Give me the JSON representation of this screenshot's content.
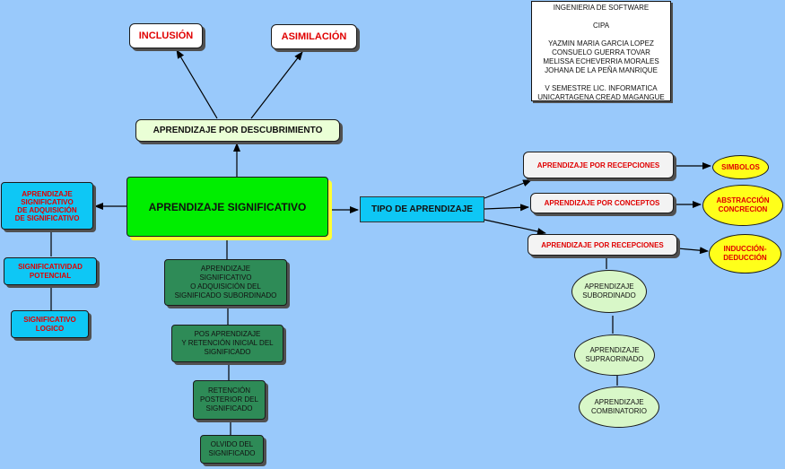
{
  "diagram": {
    "nodes": {
      "inclusion": "INCLUSIÓN",
      "asimilacion": "ASIMILACIÓN",
      "descubrimiento": "APRENDIZAJE POR DESCUBRIMIENTO",
      "significativo": "APRENDIZAJE SIGNIFICATIVO",
      "tipo": "TIPO DE APRENDIZAJE",
      "adquisicion_left": "APRENDIZAJE\nSIGNIFICATIVO\nDE ADQUISICIÓN\nDE SIGNIFICATIVO",
      "significatividad": "SIGNIFICATIVIDAD\nPOTENCIAL",
      "logico": "SIGNIFICATIVO\nLOGICO",
      "subordinado_box": "APRENDIZAJE\nSIGNIFICATIVO\nO ADQUISICIÓN DEL\nSIGNIFICADO SUBORDINADO",
      "pos_aprendizaje": "POS APRENDIZAJE\nY RETENCIÓN INICIAL DEL\nSIGNIFICADO",
      "retencion": "RETENCIÓN\nPOSTERIOR DEL\nSIGNIFICADO",
      "olvido": "OLVIDO DEL\nSIGNIFICADO",
      "recepciones_1": "APRENDIZAJE POR RECEPCIONES",
      "conceptos": "APRENDIZAJE POR CONCEPTOS",
      "recepciones_2": "APRENDIZAJE POR RECEPCIONES",
      "simbolos": "SIMBOLOS",
      "abstraccion": "ABSTRACCIÓN\nCONCRECION",
      "induccion": "INDUCCIÓN-\nDEDUCCIÓN",
      "ap_subordinado": "APRENDIZAJE\nSUBORDINADO",
      "ap_supraordinado": "APRENDIZAJE\nSUPRAORINADO",
      "ap_combinatorio": "APRENDIZAJE\nCOMBINATORIO"
    },
    "info_box": "INGENIERIA DE SOFTWARE\n\nCIPA\n\nYAZMIN MARIA GARCIA LOPEZ\nCONSUELO GUERRA TOVAR\nMELISSA ECHEVERRIA MORALES\nJOHANA DE LA PEÑA MANRIQUE\n\nV SEMESTRE LIC. INFORMATICA\nUNICARTAGENA CREAD MAGANGUE",
    "colors": {
      "background": "#99c9fb",
      "central_green": "#00ee00",
      "dark_green": "#2e8b57",
      "cyan": "#0ec7f5",
      "pale_green": "#eaffd6",
      "yellow": "#ffff1a",
      "red_text": "#e00000"
    }
  }
}
